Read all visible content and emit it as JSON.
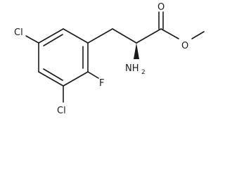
{
  "molecule": {
    "atoms": {
      "cl_top": "Cl",
      "cl_bottom": "Cl",
      "fluorine": "F",
      "amine_main": "NH",
      "amine_sub": "2",
      "carbonyl_oxygen": "O",
      "ester_oxygen": "O"
    }
  }
}
